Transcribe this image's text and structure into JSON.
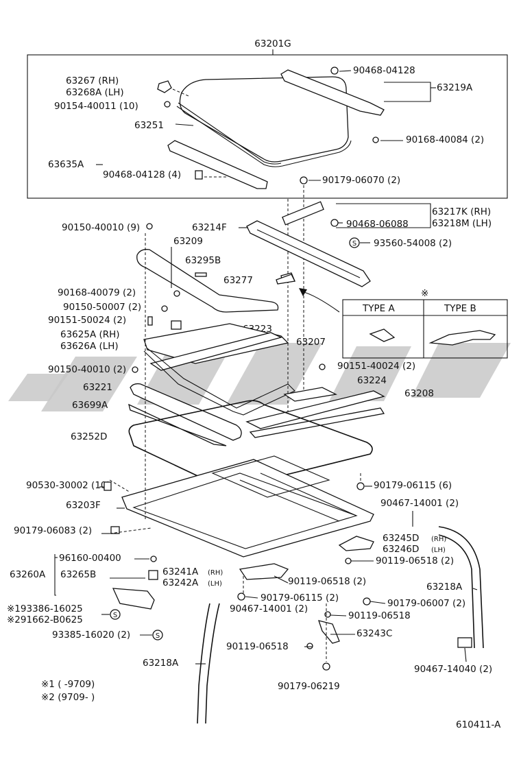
{
  "diagram": {
    "header_code": "63201G",
    "figure_code": "610411-A",
    "labels": {
      "p63267": "63267  (RH)",
      "p63268A": "63268A (LH)",
      "p90154": "90154-40011 (10)",
      "p63251": "63251",
      "p63635A": "63635A",
      "p90468_4": "90468-04128 (4)",
      "p90468_top": "90468-04128",
      "p63219A": "63219A",
      "p90168_84": "90168-40084 (2)",
      "p90179_070": "90179-06070 (2)",
      "p90150_9": "90150-40010 (9)",
      "p63214F": "63214F",
      "p63209": "63209",
      "p63295B": "63295B",
      "p63217K": "63217K (RH)",
      "p63218M": "63218M (LH)",
      "p90468_088": "90468-06088",
      "p93560": "93560-54008 (2)",
      "p63277": "63277",
      "p90168_79": "90168-40079 (2)",
      "p90150_5": "90150-50007 (2)",
      "p90151_5": "90151-50024 (2)",
      "p63223": "63223",
      "p63625A": "63625A (RH)",
      "p63626A": "63626A (LH)",
      "p63207": "63207",
      "p90150_2": "90150-40010 (2)",
      "p90151_4": "90151-40024 (2)",
      "p63221": "63221",
      "p63224": "63224",
      "p63699A": "63699A",
      "p63208": "63208",
      "p63252D": "63252D",
      "p90530": "90530-30002 (10)",
      "p90179_115_6": "90179-06115 (6)",
      "p63203F": "63203F",
      "p90467_001": "90467-14001 (2)",
      "p90179_083": "90179-06083 (2)",
      "p63245D": "63245D",
      "p63246D": "63246D",
      "p_rh": "(RH)",
      "p_lh": "(LH)",
      "p96160": "96160-00400",
      "p90119_518a": "90119-06518 (2)",
      "p63260A": "63260A",
      "p63265B": "63265B",
      "p63241A": "63241A",
      "p63242A": "63242A",
      "p90119_518b": "90119-06518 (2)",
      "p63218A_r": "63218A",
      "p90179_115_2": "90179-06115 (2)",
      "p90179_007": "90179-06007 (2)",
      "p193386": "※193386-16025",
      "p291662": "※291662-B0625",
      "p90467_001b": "90467-14001 (2)",
      "p90119_518c": "90119-06518",
      "p93385": "93385-16020 (2)",
      "p63243C": "63243C",
      "p90119_518d": "90119-06518",
      "p63218A_l": "63218A",
      "p90467_040": "90467-14040 (2)",
      "p90179_219": "90179-06219"
    },
    "type_box": {
      "mark": "※",
      "type_a": "TYPE A",
      "type_b": "TYPE B"
    },
    "footnotes": {
      "note1": "※1 (        -9709)",
      "note2": "※2 (9709-        )"
    },
    "symbol_s": "S",
    "watermark_color": "#c8c8c8"
  }
}
